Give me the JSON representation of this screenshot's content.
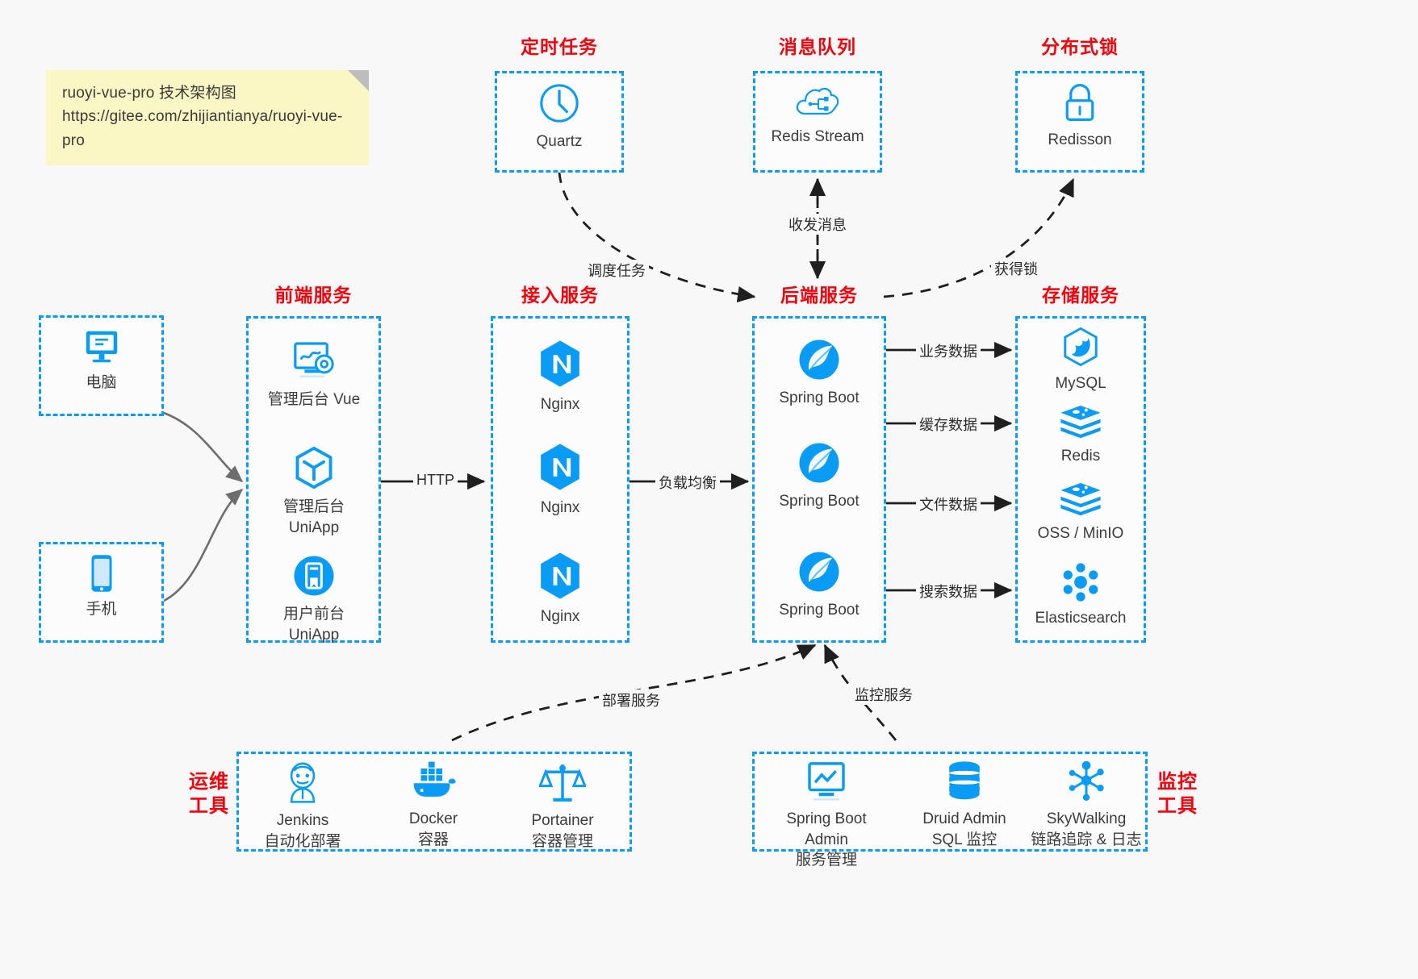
{
  "note": {
    "line1": "ruoyi-vue-pro 技术架构图",
    "line2": "https://gitee.com/zhijiantianya/ruoyi-vue-pro"
  },
  "colors": {
    "accent_blue": "#0a9bf5",
    "label_red": "#f4000c",
    "note_yellow": "#fbf7c4",
    "text_dark": "#3c3c3c",
    "background": "#f8f8f8",
    "arrow_gray": "#666666",
    "arrow_black": "#222222"
  },
  "groups": {
    "scheduler": {
      "label": "定时任务",
      "items": [
        {
          "name": "Quartz",
          "icon": "clock-icon"
        }
      ]
    },
    "mq": {
      "label": "消息队列",
      "items": [
        {
          "name": "Redis Stream",
          "icon": "cloud-stream-icon"
        }
      ]
    },
    "lock": {
      "label": "分布式锁",
      "items": [
        {
          "name": "Redisson",
          "icon": "lock-icon"
        }
      ]
    },
    "clients": {
      "label": "",
      "items": [
        {
          "name": "电脑",
          "icon": "desktop-icon"
        },
        {
          "name": "手机",
          "icon": "phone-icon"
        }
      ]
    },
    "frontend": {
      "label": "前端服务",
      "items": [
        {
          "name": "管理后台 Vue",
          "icon": "dashboard-icon"
        },
        {
          "name": "管理后台 UniApp",
          "icon": "cube-icon"
        },
        {
          "name": "用户前台 UniApp",
          "icon": "mobile-app-icon"
        }
      ]
    },
    "gateway": {
      "label": "接入服务",
      "items": [
        {
          "name": "Nginx",
          "icon": "nginx-icon"
        },
        {
          "name": "Nginx",
          "icon": "nginx-icon"
        },
        {
          "name": "Nginx",
          "icon": "nginx-icon"
        }
      ]
    },
    "backend": {
      "label": "后端服务",
      "items": [
        {
          "name": "Spring Boot",
          "icon": "spring-boot-icon"
        },
        {
          "name": "Spring Boot",
          "icon": "spring-boot-icon"
        },
        {
          "name": "Spring Boot",
          "icon": "spring-boot-icon"
        }
      ]
    },
    "storage": {
      "label": "存储服务",
      "items": [
        {
          "name": "MySQL",
          "icon": "mysql-icon"
        },
        {
          "name": "Redis",
          "icon": "redis-icon"
        },
        {
          "name": "OSS / MinIO",
          "icon": "oss-icon"
        },
        {
          "name": "Elasticsearch",
          "icon": "elasticsearch-icon"
        }
      ]
    },
    "devops": {
      "label": "运维\n工具",
      "items": [
        {
          "name": "Jenkins",
          "sub": "自动化部署",
          "icon": "jenkins-icon"
        },
        {
          "name": "Docker",
          "sub": "容器",
          "icon": "docker-icon"
        },
        {
          "name": "Portainer",
          "sub": "容器管理",
          "icon": "portainer-icon"
        }
      ]
    },
    "monitoring": {
      "label": "监控\n工具",
      "items": [
        {
          "name": "Spring Boot Admin",
          "sub": "服务管理",
          "icon": "monitor-chart-icon"
        },
        {
          "name": "Druid Admin",
          "sub": "SQL 监控",
          "icon": "database-icon"
        },
        {
          "name": "SkyWalking",
          "sub": "链路追踪 & 日志",
          "icon": "skywalking-icon"
        }
      ]
    }
  },
  "edges": {
    "http": "HTTP",
    "load_balance": "负载均衡",
    "schedule_task": "调度任务",
    "send_receive_message": "收发消息",
    "acquire_lock": "获得锁",
    "business_data": "业务数据",
    "cache_data": "缓存数据",
    "file_data": "文件数据",
    "search_data": "搜索数据",
    "deploy_service": "部署服务",
    "monitor_service": "监控服务"
  }
}
